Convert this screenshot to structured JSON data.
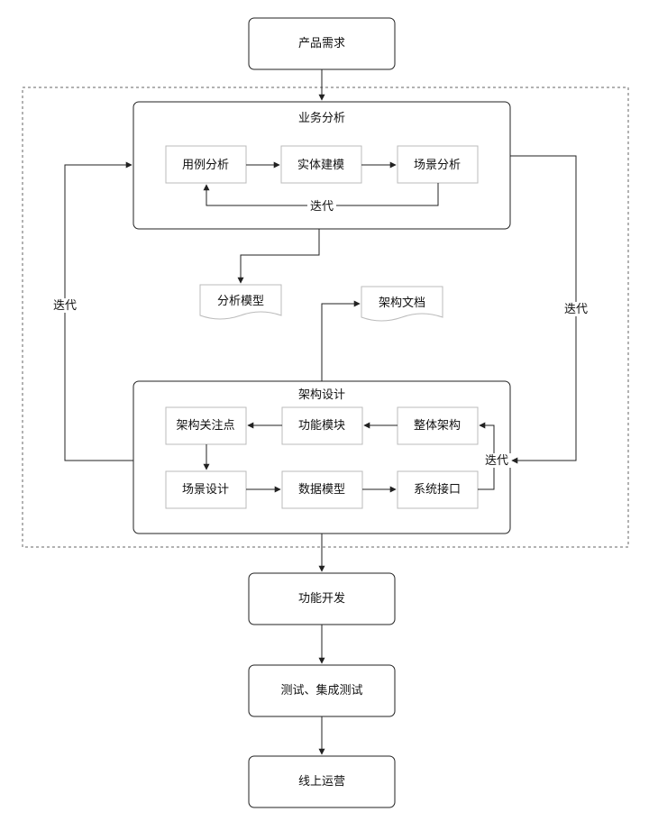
{
  "colors": {
    "stroke": "#222222",
    "text": "#111111",
    "dashed_border": "#666666",
    "fill": "#ffffff",
    "inner_stroke": "#bbbbbb"
  },
  "nodes": {
    "product_requirements": "产品需求",
    "business_analysis": "业务分析",
    "use_case_analysis": "用例分析",
    "entity_modeling": "实体建模",
    "scenario_analysis": "场景分析",
    "inner_iteration_business": "迭代",
    "analysis_model": "分析模型",
    "architecture_document": "架构文档",
    "architecture_design": "架构设计",
    "architecture_concerns": "架构关注点",
    "function_module": "功能模块",
    "overall_architecture": "整体架构",
    "scenario_design": "场景设计",
    "data_model": "数据模型",
    "system_interface": "系统接口",
    "inner_iteration_architecture": "迭代",
    "left_iteration": "迭代",
    "right_iteration": "迭代",
    "function_development": "功能开发",
    "testing": "测试、集成测试",
    "online_operation": "线上运营"
  }
}
